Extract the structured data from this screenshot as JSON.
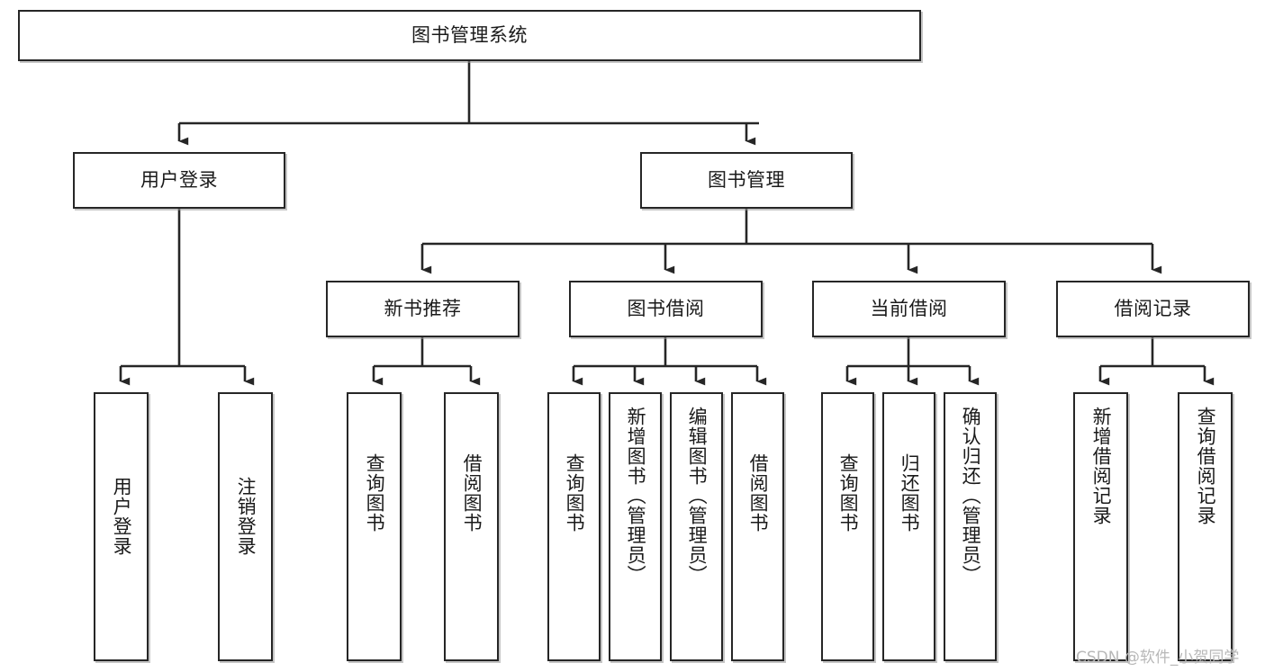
{
  "diagram": {
    "type": "tree",
    "title": "图书管理系统",
    "watermark": "CSDN @软件_小贺同学",
    "colors": {
      "stroke": "#262626",
      "text": "#1a1a1a",
      "background": "#ffffff",
      "watermark": "#b8b8b8"
    },
    "nodes": {
      "root": {
        "label": "图书管理系统"
      },
      "level2": [
        {
          "label": "用户登录"
        },
        {
          "label": "图书管理"
        }
      ],
      "level3": [
        {
          "label": "新书推荐"
        },
        {
          "label": "图书借阅"
        },
        {
          "label": "当前借阅"
        },
        {
          "label": "借阅记录"
        }
      ],
      "leaves": {
        "user_login": [
          {
            "label": "用户登录"
          },
          {
            "label": "注销登录"
          }
        ],
        "new_book_recommend": [
          {
            "label": "查询图书"
          },
          {
            "label": "借阅图书"
          }
        ],
        "book_borrow": [
          {
            "label": "查询图书"
          },
          {
            "label": "新增图书（管理员）"
          },
          {
            "label": "编辑图书（管理员）"
          },
          {
            "label": "借阅图书"
          }
        ],
        "current_borrow": [
          {
            "label": "查询图书"
          },
          {
            "label": "归还图书"
          },
          {
            "label": "确认归还（管理员）"
          }
        ],
        "borrow_record": [
          {
            "label": "新增借阅记录"
          },
          {
            "label": "查询借阅记录"
          }
        ]
      }
    }
  }
}
